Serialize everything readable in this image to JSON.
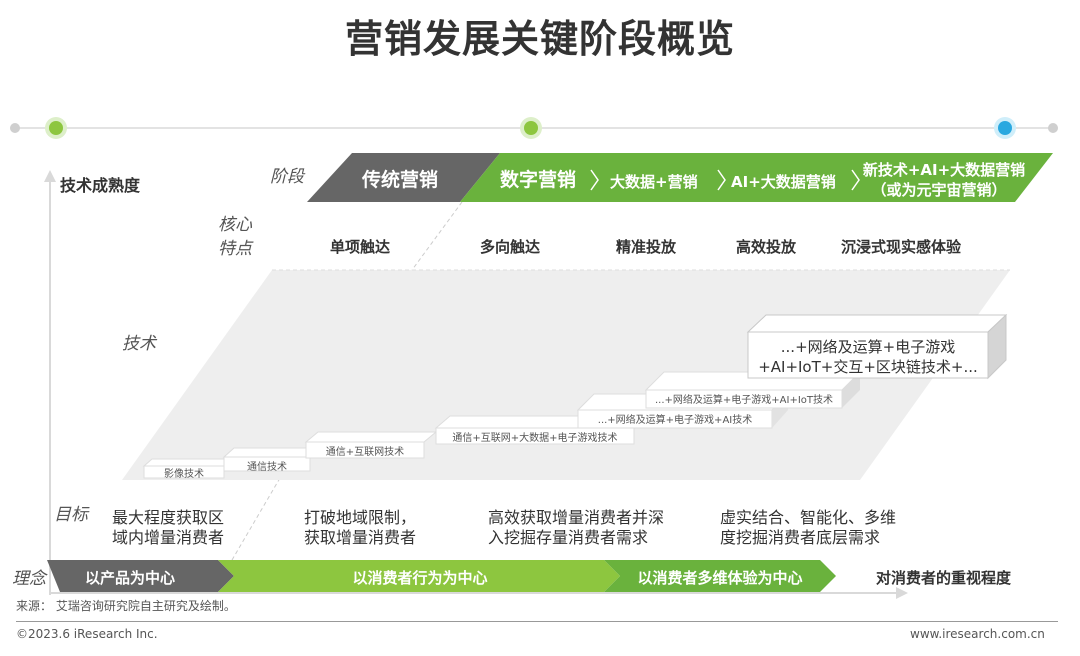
{
  "title": "营销发展关键阶段概览",
  "y_axis_label": "技术成熟度",
  "row_labels": {
    "stage": "阶段",
    "core_line1": "核心",
    "core_line2": "特点",
    "tech": "技术",
    "goal": "目标",
    "concept": "理念"
  },
  "stages": {
    "traditional": "传统营销",
    "digital": "数字营销",
    "bigdata": "大数据+营销",
    "ai_bigdata": "AI+大数据营销",
    "newtech_line1": "新技术+AI+大数据营销",
    "newtech_line2": "（或为元宇宙营销）"
  },
  "core_features": [
    "单项触达",
    "多向触达",
    "精准投放",
    "高效投放",
    "沉浸式现实感体验"
  ],
  "tech_steps": [
    "影像技术",
    "通信技术",
    "通信+互联网技术",
    "通信+互联网+大数据+电子游戏技术",
    "...+网络及运算+电子游戏+AI技术",
    "...+网络及运算+电子游戏+AI+IoT技术"
  ],
  "tech_top_line1": "...+网络及运算+电子游戏",
  "tech_top_line2": "+AI+IoT+交互+区块链技术+...",
  "goals": [
    {
      "line1": "最大程度获取区",
      "line2": "域内增量消费者"
    },
    {
      "line1": "打破地域限制，",
      "line2": "获取增量消费者"
    },
    {
      "line1": "高效获取增量消费者并深",
      "line2": "入挖掘存量消费者需求"
    },
    {
      "line1": "虚实结合、智能化、多维",
      "line2": "度挖掘消费者底层需求"
    }
  ],
  "concepts": [
    "以产品为中心",
    "以消费者行为为中心",
    "以消费者多维体验为中心"
  ],
  "x_axis_label": "对消费者的重视程度",
  "source": "来源：  艾瑞咨询研究院自主研究及绘制。",
  "copyright": "©2023.6 iResearch Inc.",
  "website": "www.iresearch.com.cn",
  "colors": {
    "green": "#6ab23d",
    "lime": "#8dc63f",
    "gray_dark": "#666666",
    "blue_dot": "#29a8e0"
  }
}
